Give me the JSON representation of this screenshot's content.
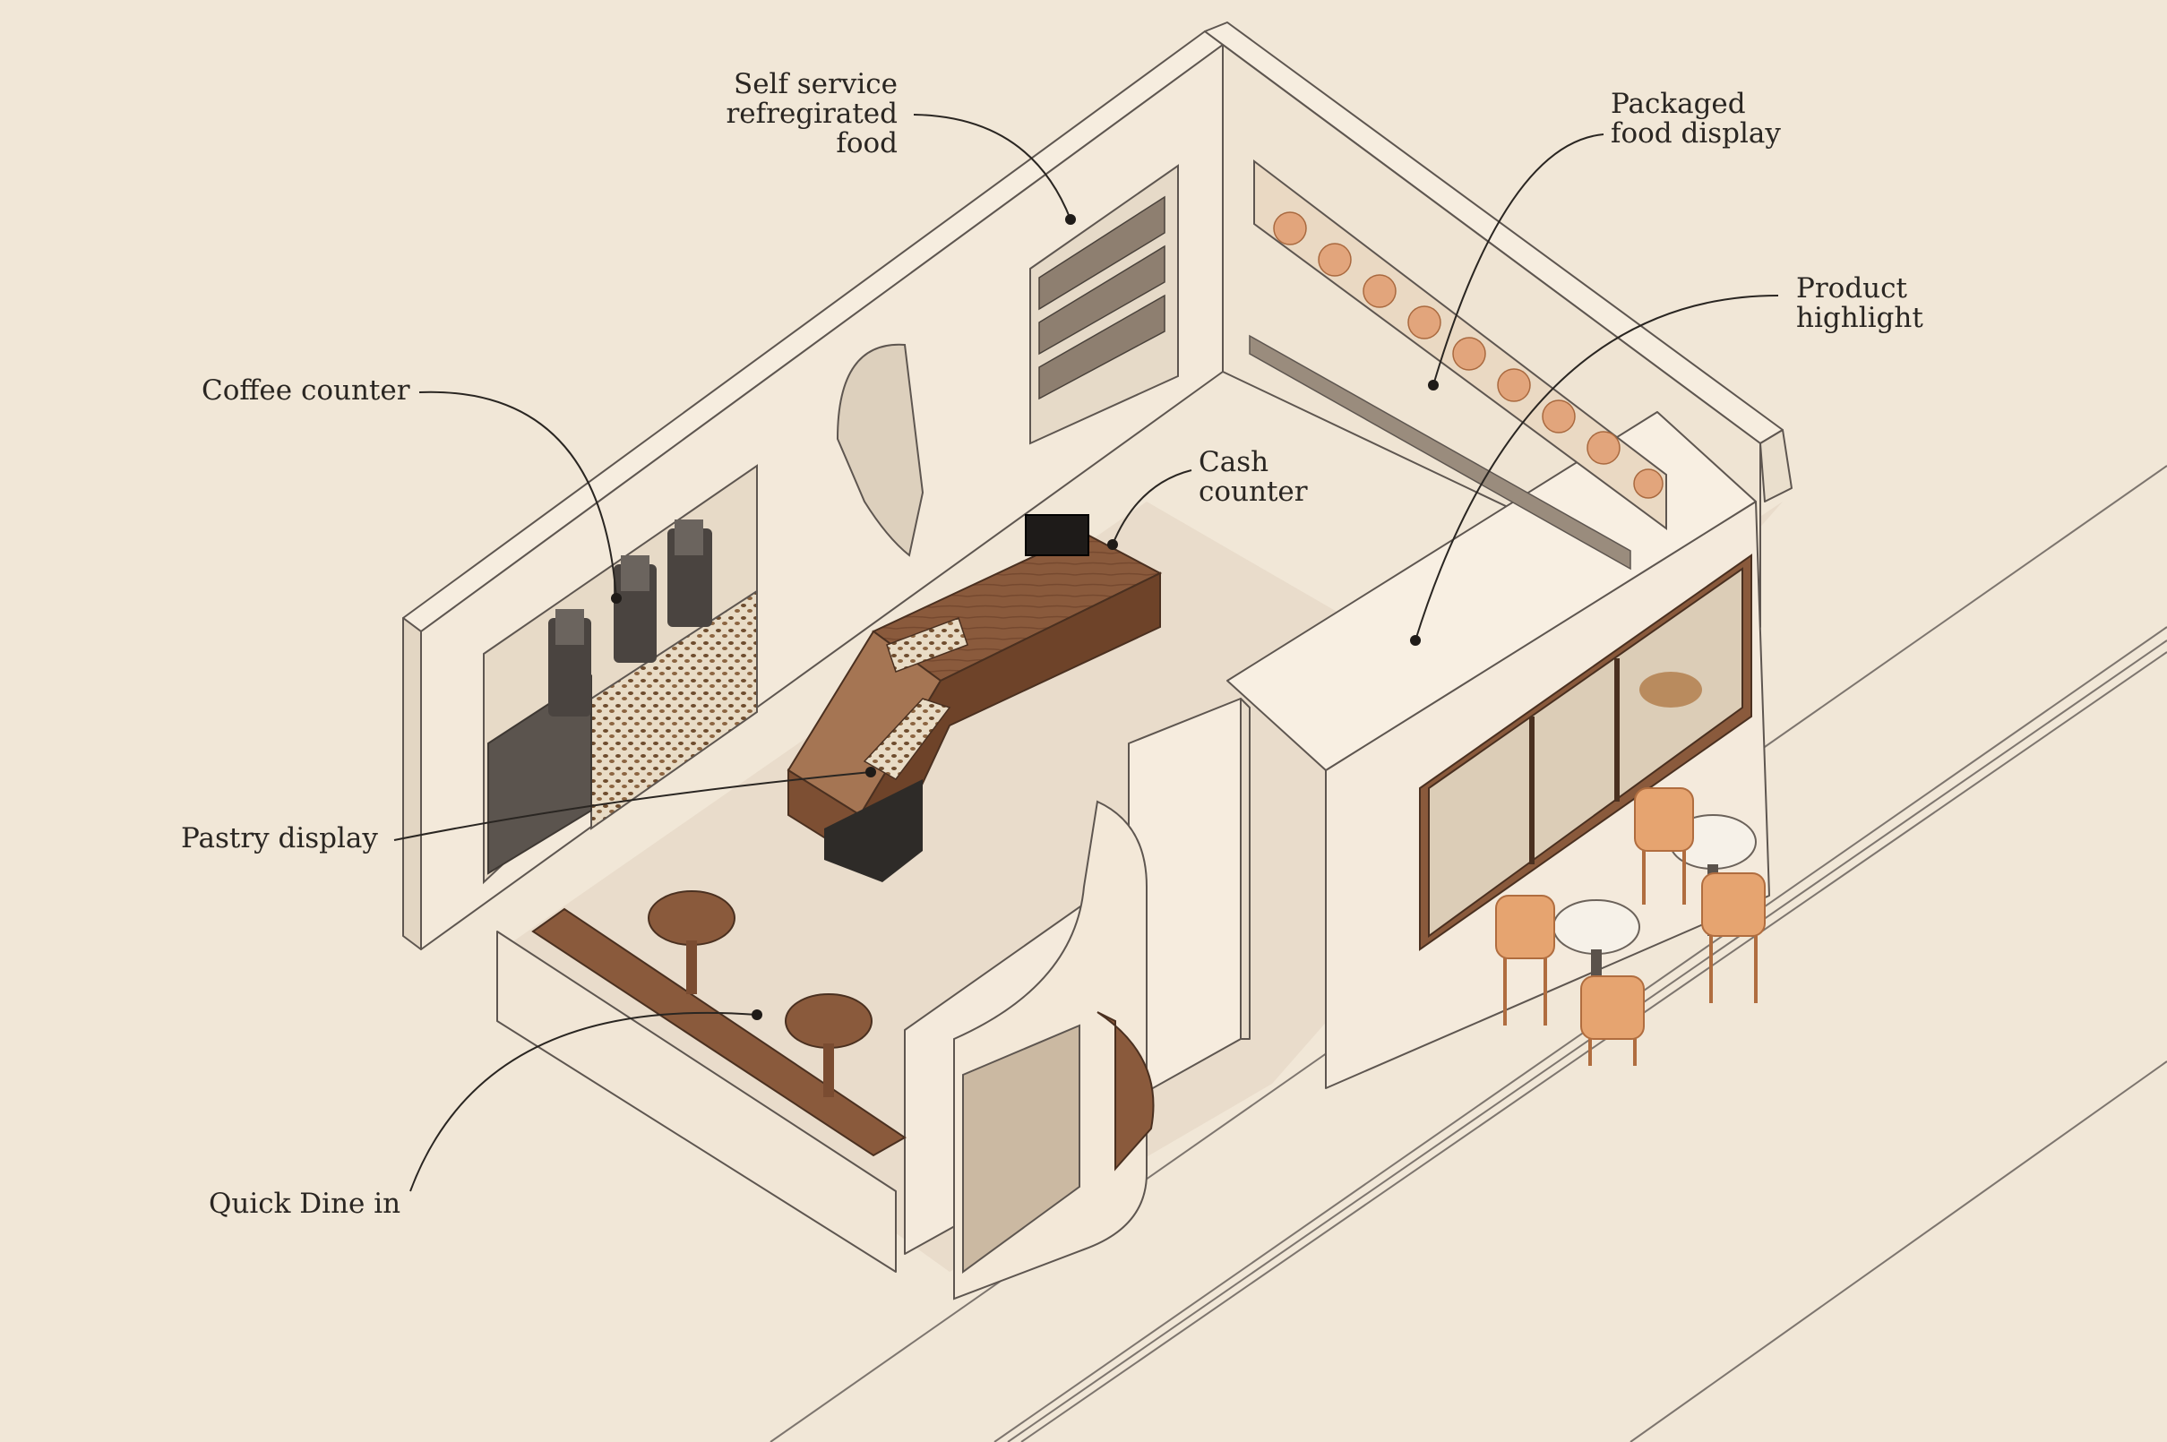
{
  "diagram": {
    "background": "#f1e7d7",
    "wall_color": "#f3e9da",
    "wall_line": "#5e5650",
    "floor_color": "#e9dccb",
    "wood_color": "#8a5a3c",
    "chair_color": "#e6a470",
    "labels": {
      "self_service": [
        "Self service",
        "refregirated",
        "food"
      ],
      "packaged": [
        "Packaged",
        "food display"
      ],
      "product": [
        "Product",
        "highlight"
      ],
      "coffee": [
        "Coffee counter"
      ],
      "cash": [
        "Cash",
        "counter"
      ],
      "pastry": [
        "Pastry display"
      ],
      "quick": [
        "Quick Dine in"
      ]
    }
  }
}
